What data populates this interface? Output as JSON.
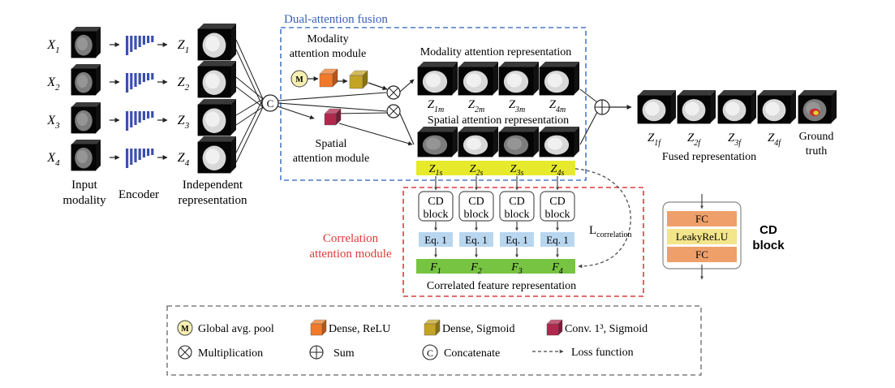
{
  "inputs": {
    "symbols": [
      "X",
      "X",
      "X",
      "X"
    ],
    "subscripts": [
      "1",
      "2",
      "3",
      "4"
    ]
  },
  "independent": {
    "symbols": [
      "Z",
      "Z",
      "Z",
      "Z"
    ],
    "subscripts": [
      "1",
      "2",
      "3",
      "4"
    ]
  },
  "labels": {
    "input_line1": "Input",
    "input_line2": "modality",
    "encoder": "Encoder",
    "indep_line1": "Independent",
    "indep_line2": "representation",
    "concat_symbol": "C",
    "dual_title": "Dual-attention fusion",
    "modality_att_line1": "Modality",
    "modality_att_line2": "attention module",
    "m_symbol": "M",
    "modality_rep": "Modality attention representation",
    "spatial_rep": "Spatial attention representation",
    "spatial_att_line1": "Spatial",
    "spatial_att_line2": "attention module",
    "fused_rep": "Fused representation",
    "gt_line1": "Ground",
    "gt_line2": "truth",
    "corr_title_line1": "Correlation",
    "corr_title_line2": "attention module",
    "correlated_rep": "Correlated feature representation",
    "loss_main": "L",
    "loss_sub": "correlation",
    "cd_line1": "CD",
    "cd_line2": "block",
    "eq": "Eq. 1",
    "fc": "FC",
    "leaky": "LeakyReLU"
  },
  "modality_subs": [
    "1m",
    "2m",
    "3m",
    "4m"
  ],
  "spatial_subs": [
    "1s",
    "2s",
    "3s",
    "4s"
  ],
  "fused_subs": [
    "1f",
    "2f",
    "3f",
    "4f"
  ],
  "F_subs": [
    "1",
    "2",
    "3",
    "4"
  ],
  "legend": {
    "global_pool": "Global avg. pool",
    "dense_relu": "Dense, ReLU",
    "dense_sigmoid": "Dense, Sigmoid",
    "conv": "Conv. 1³, Sigmoid",
    "multiplication": "Multiplication",
    "sum": "Sum",
    "concatenate": "Concatenate",
    "loss": "Loss function"
  },
  "colors": {
    "dual_border": "#4a78c8",
    "dual_title": "#3a5fb8",
    "corr_border": "#e03a3a",
    "corr_title": "#e03a3a",
    "encoder_bar": "#3a4fae",
    "yellow_bar": "#e6ea2a",
    "green_bar": "#76c442",
    "eq_fill": "#b9d6ef",
    "m_fill": "#f6efb2",
    "dense_relu": "#f07a2a",
    "dense_sigmoid": "#c4a424",
    "conv": "#b0284e",
    "fc_fill": "#efa06a",
    "leaky_fill": "#f3e58a"
  }
}
